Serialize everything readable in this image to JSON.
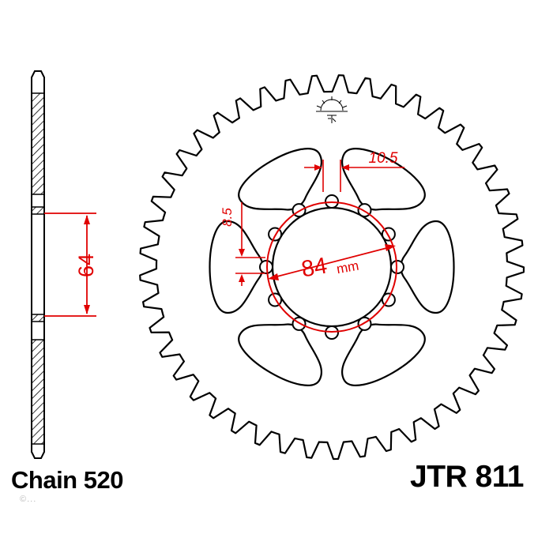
{
  "labels": {
    "chain": "Chain 520",
    "model": "JTR 811",
    "dim_offset": "64",
    "dim_bolt_hole": "8.5",
    "dim_hole_spacing": "10.5",
    "dim_pcd_value": "84",
    "dim_pcd_unit": "mm",
    "watermark": "©..."
  },
  "colors": {
    "outline": "#000000",
    "dimension": "#e00000",
    "hatch": "#000000",
    "background": "#ffffff"
  },
  "icons": [
    "sun-logo-icon"
  ]
}
